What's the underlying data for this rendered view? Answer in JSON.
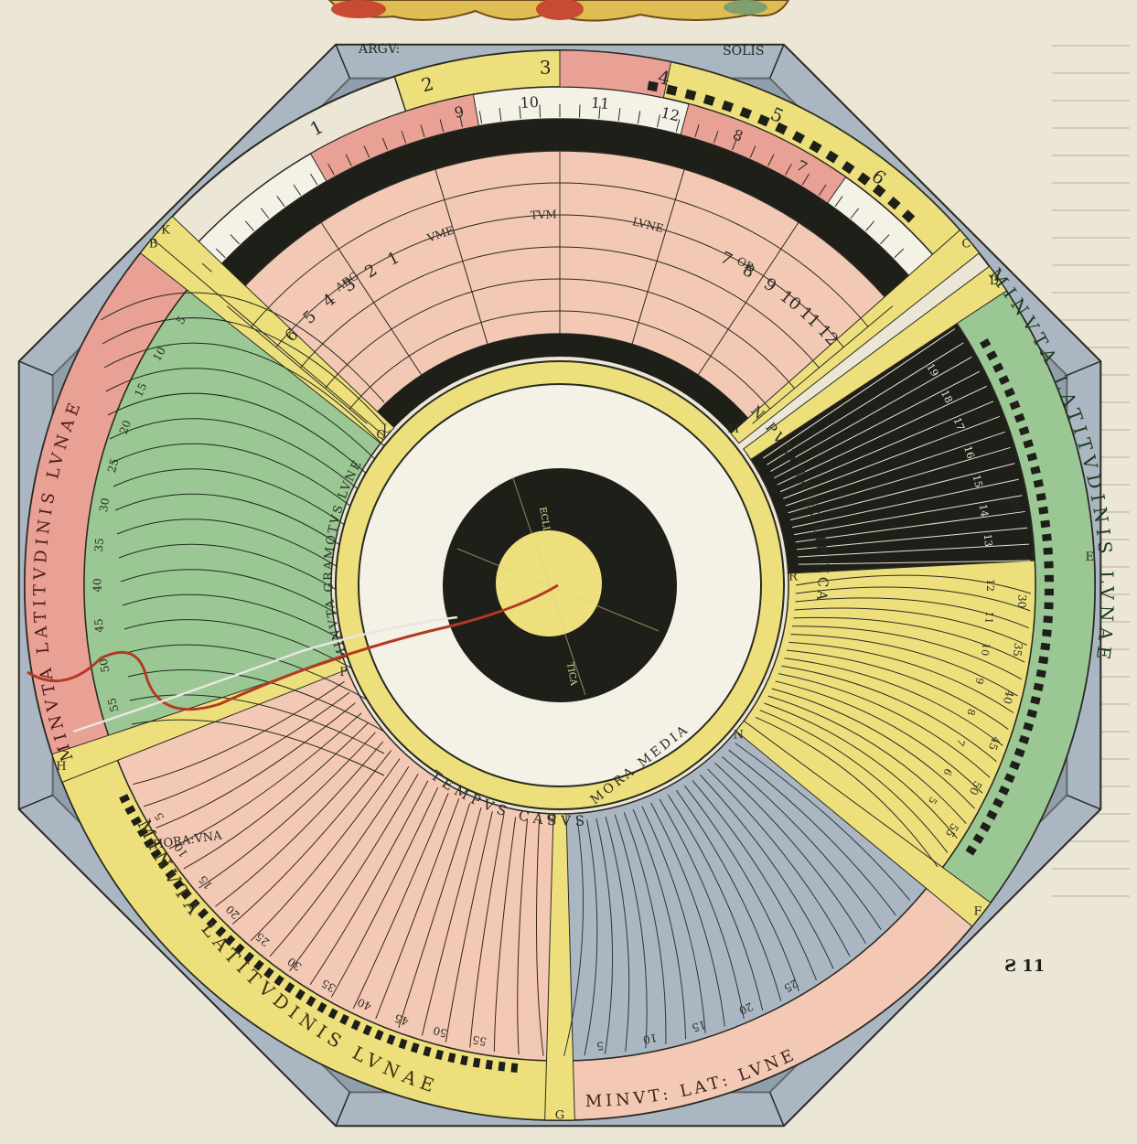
{
  "colors": {
    "paper": "#ece6d6",
    "slate": "#aab6c2",
    "slate_dark": "#7d8d9b",
    "rose": "#e9a095",
    "pink": "#f3c9b5",
    "yellow": "#ede07c",
    "green": "#9bc795",
    "green_dark": "#6aa873",
    "black": "#1f1f1a",
    "ink": "#2a2a22",
    "red_thread": "#b23a22",
    "white": "#f4f1e6"
  },
  "top_band": {
    "left_label": "ARGV:",
    "right_label": "SOLIS",
    "big_numerals": [
      "1",
      "2",
      "3",
      "4",
      "5",
      "6"
    ],
    "inner_numerals": [
      "9",
      "10",
      "11",
      "12",
      "8",
      "7"
    ]
  },
  "sector_letters": [
    "B",
    "C",
    "D",
    "E",
    "F",
    "G",
    "H",
    "K",
    "L",
    "M",
    "N",
    "O",
    "P",
    "Q",
    "R"
  ],
  "top_sector": {
    "labels": [
      "ARG",
      "VME",
      "TVM",
      "LVNE",
      "OR"
    ],
    "left_numerals": [
      "6",
      "5",
      "4",
      "3",
      "2",
      "1"
    ],
    "right_numerals": [
      "7",
      "8",
      "9",
      "10",
      "11",
      "12"
    ]
  },
  "inner_ring": {
    "text_right": "N PVNCTA ECLIPTICA",
    "text_left": "MINVTA GRAMOTVS LVNE",
    "text_bottom": "TEMPVS CASVS",
    "text_bottom_right": "MORA MEDIA",
    "center_labels": [
      "ECLIP",
      "TICA"
    ]
  },
  "green_band": {
    "title": "MINVTA LATITVDINIS LVNAE",
    "numbers": [
      "5",
      "10",
      "15",
      "20",
      "25",
      "30",
      "35",
      "40",
      "45",
      "50",
      "55"
    ]
  },
  "rose_band": {
    "title": "MINVTA LATITVDINIS LVNAE",
    "numbers": [
      "5",
      "10",
      "15",
      "20",
      "25",
      "30",
      "35",
      "40",
      "45",
      "50",
      "55"
    ]
  },
  "yellow_band": {
    "title": "MINVTA LATITVDINIS LVNAE",
    "numbers": [
      "5",
      "10",
      "15",
      "20",
      "25",
      "30",
      "35",
      "40",
      "45",
      "50",
      "55"
    ]
  },
  "peach_band": {
    "title": "MINVT: LAT: LVNE",
    "numbers": [
      "25",
      "20",
      "15",
      "10",
      "5"
    ]
  },
  "hora_label": "HORA:VNA",
  "black_sector_numbers": [
    "19",
    "18",
    "17",
    "16",
    "15",
    "14",
    "13"
  ],
  "yellow_sector_numbers": [
    "12",
    "11",
    "10",
    "9",
    "8",
    "7",
    "6",
    "5"
  ],
  "folio": "Ƨ 11"
}
